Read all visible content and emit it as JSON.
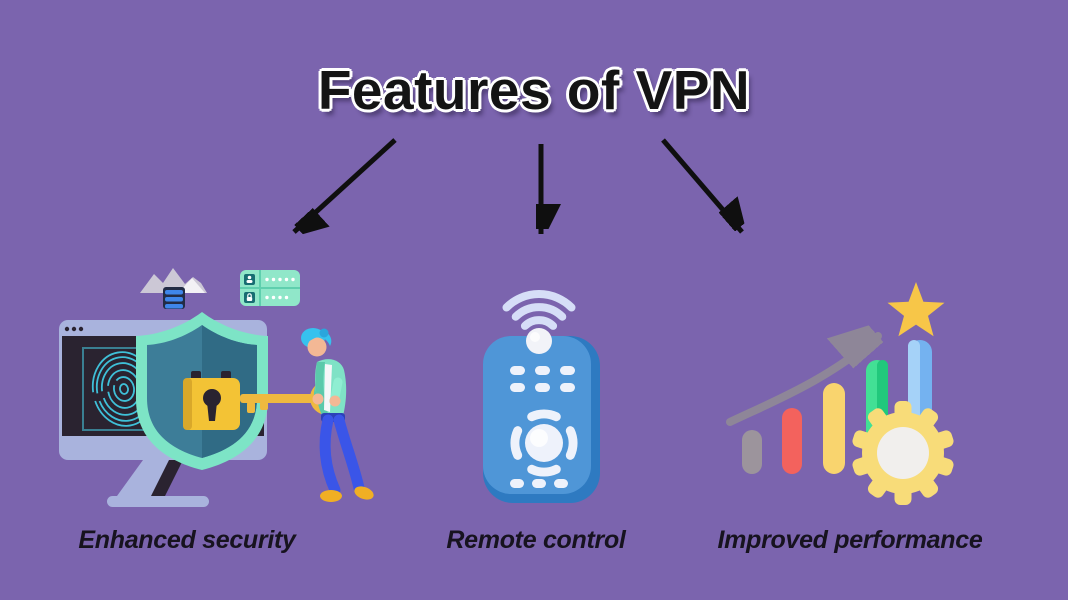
{
  "background_color": "#7b64ae",
  "title": {
    "text": "Features of VPN",
    "text_color": "#141414",
    "outline_color": "#ffffff"
  },
  "connector_arrows": {
    "count": 3,
    "color": "#0f0f0f",
    "directions": [
      "down-left",
      "down",
      "down-right"
    ]
  },
  "features": [
    {
      "id": "enhanced-security",
      "label": "Enhanced security",
      "illustration": "monitor-with-fingerprint-shield-padlock-key-and-person",
      "colors": {
        "shield_border": "#7de4c6",
        "shield_fill_left": "#3d7d98",
        "shield_fill_right": "#306b85",
        "padlock": "#f3c335",
        "key": "#efb93f",
        "monitor_frame": "#a9b3dd",
        "screen": "#2a2330",
        "fingerprint": "#3fc0d8",
        "credentials_card": "#90e7c9",
        "person_jacket": "#7fe2c6",
        "person_pants": "#3a55e8",
        "person_shoes": "#f0af24",
        "person_hair": "#36c2ee"
      }
    },
    {
      "id": "remote-control",
      "label": "Remote control",
      "illustration": "remote-control-with-wifi-signal",
      "colors": {
        "body": "#4f96d7",
        "body_shadow": "#2e7ac1",
        "buttons": "#eef2fb",
        "wifi": "#d6def7"
      }
    },
    {
      "id": "improved-performance",
      "label": "Improved performance",
      "illustration": "rising-bar-chart-with-trend-arrow-star-and-gear",
      "colors": {
        "bars": [
          "#9c949c",
          "#f3625d",
          "#f9d46e",
          "#42e095",
          "#74b2f0"
        ],
        "trend_arrow": "#8e8698",
        "star": "#f7c648",
        "gear": "#f8dc79",
        "gear_center": "#f1efed"
      }
    }
  ],
  "label_style": {
    "color": "#17131f",
    "weight": "bold-italic"
  }
}
